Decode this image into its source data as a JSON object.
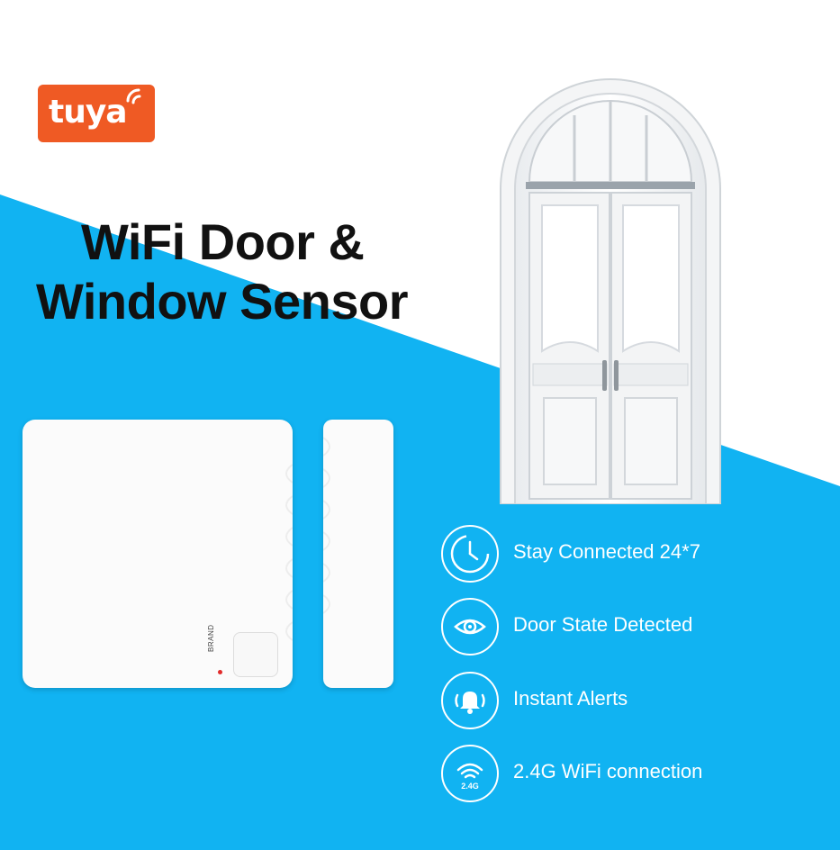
{
  "brand": {
    "logo_text": "tuya",
    "accent_color": "#ef5a24",
    "background_blue": "#11b3f2"
  },
  "headline": {
    "line1": "WiFi Door &",
    "line2": "Window Sensor"
  },
  "product": {
    "sensor_label": "BRAND"
  },
  "features": [
    {
      "icon": "clock-icon",
      "label": "Stay Connected 24*7"
    },
    {
      "icon": "eye-icon",
      "label": "Door State Detected"
    },
    {
      "icon": "bell-icon",
      "label": "Instant Alerts"
    },
    {
      "icon": "wifi-icon",
      "label": "2.4G WiFi connection",
      "icon_text": "2.4G"
    }
  ]
}
